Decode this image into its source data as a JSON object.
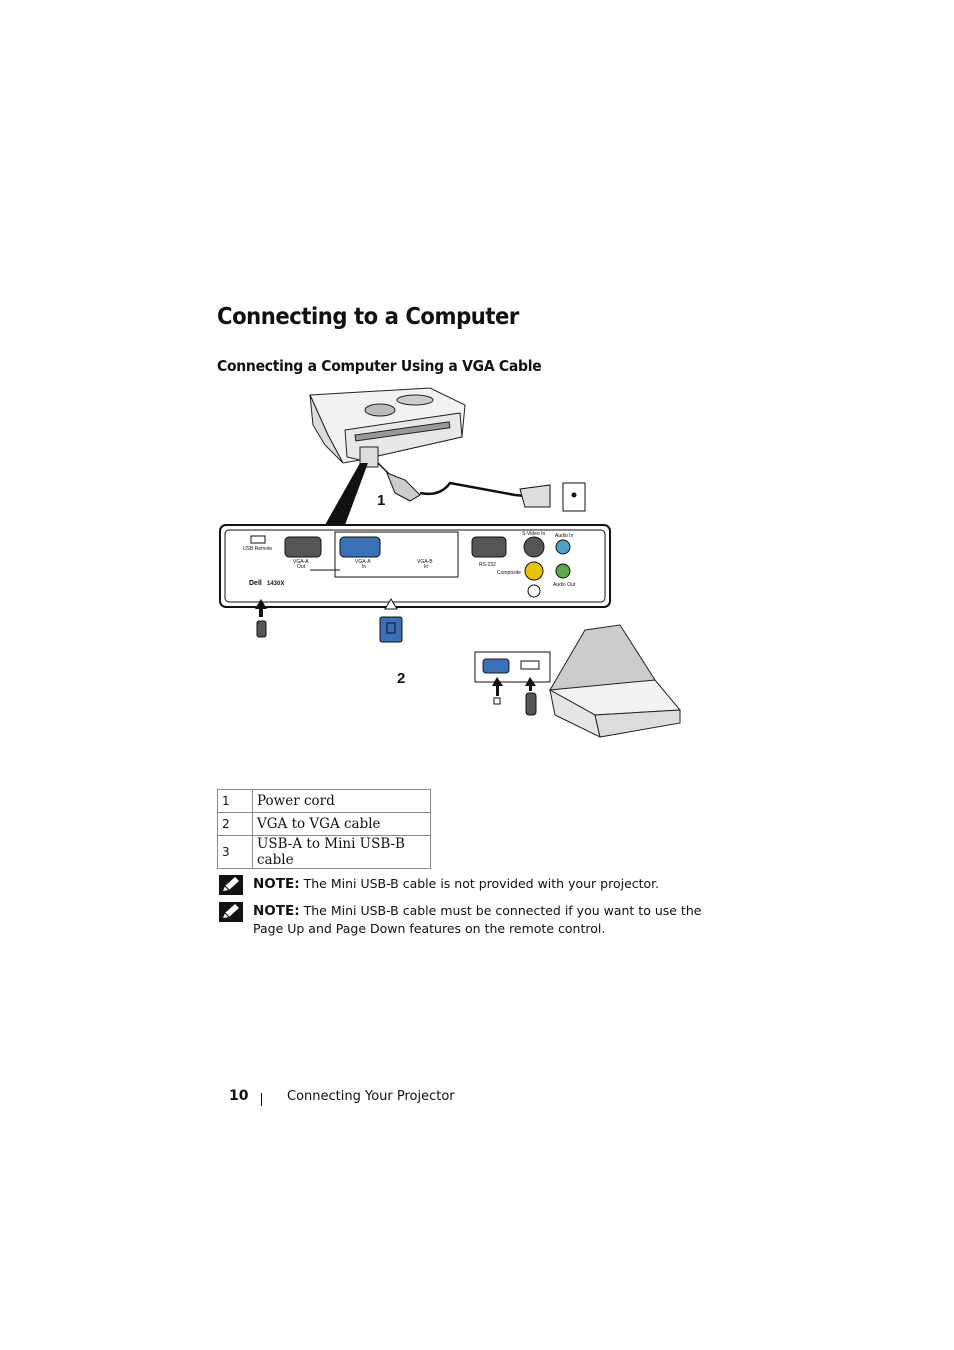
{
  "page": {
    "title": "Connecting to a Computer",
    "section_title": "Connecting a Computer Using a VGA Cable"
  },
  "diagram": {
    "callouts": [
      "1",
      "2"
    ],
    "panel_labels": {
      "usb_remote": "USB Remote",
      "vga_a_out_1": "VGA-A",
      "vga_a_out_2": "Out",
      "vga_a_in_1": "VGA-A",
      "vga_a_in_2": "In",
      "vga_b_in_1": "VGA-B",
      "vga_b_in_2": "In",
      "rs232": "RS-232",
      "s_video_in": "S-Video In",
      "composite": "Composite",
      "audio_in": "Audio In",
      "audio_out": "Audio Out",
      "brand": "Dell",
      "model": "1430X"
    }
  },
  "legend": [
    {
      "number": "1",
      "description": "Power cord"
    },
    {
      "number": "2",
      "description": "VGA to VGA cable"
    },
    {
      "number": "3",
      "description": "USB-A to Mini USB-B cable"
    }
  ],
  "notes": [
    {
      "label": "NOTE:",
      "text": "The Mini USB-B cable is not provided with your projector."
    },
    {
      "label": "NOTE:",
      "text": "The Mini USB-B cable must be connected if you want to use the Page Up and Page Down features on the remote control."
    }
  ],
  "footer": {
    "page_number": "10",
    "section": "Connecting Your Projector"
  },
  "icons": {
    "note": "pencil-note-icon"
  }
}
